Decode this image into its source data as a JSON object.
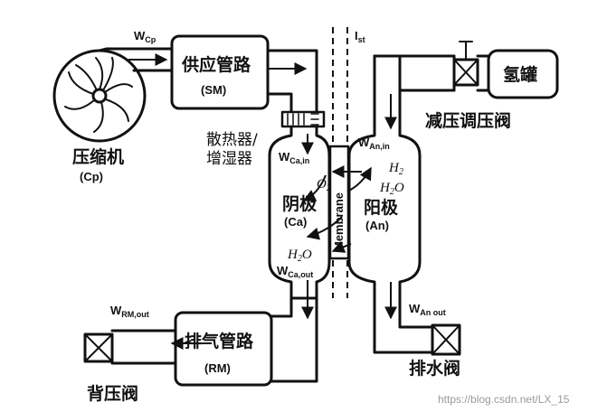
{
  "labels": {
    "wcp": "W",
    "wcp_sub": "Cp",
    "sm_cn": "供应管路",
    "sm_en": "(SM)",
    "compressor_cn": "压缩机",
    "compressor_en": "(Cp)",
    "cooler_line1": "散热器/",
    "cooler_line2": "增湿器",
    "wca_in": "W",
    "wca_in_sub": "Ca,in",
    "o2": "O",
    "o2_sub": "2",
    "cathode_cn": "阴极",
    "cathode_en": "(Ca)",
    "membrane": "Membrane",
    "cathode_h2o": "H",
    "cathode_h2o_sub": "2",
    "cathode_h2o_tail": "O",
    "wca_out": "W",
    "wca_out_sub": "Ca,out",
    "ist": "I",
    "ist_sub": "st",
    "tank": "氢罐",
    "prv": "减压调压阀",
    "wan_in": "W",
    "wan_in_sub": "An,in",
    "h2": "H",
    "h2_sub": "2",
    "anode_h2o": "H",
    "anode_h2o_sub": "2",
    "anode_h2o_tail": "O",
    "anode_cn": "阳极",
    "anode_en": "(An)",
    "wan_out": "W",
    "wan_out_sub": "An out",
    "drain": "排水阀",
    "wrm_out": "W",
    "wrm_out_sub": "RM,out",
    "rm_cn": "排气管路",
    "rm_en": "(RM)",
    "back_valve": "背压阀",
    "watermark": "https://blog.csdn.net/LX_15"
  }
}
